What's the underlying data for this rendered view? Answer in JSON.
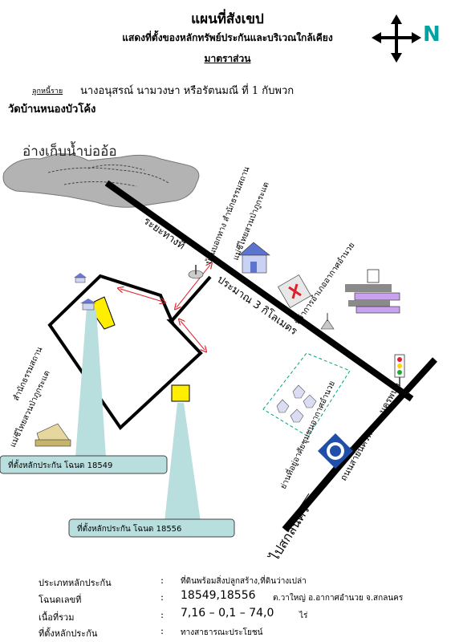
{
  "header": {
    "title": "แผนที่สังเขป",
    "subtitle": "แสดงที่ตั้งของหลักทรัพย์ประกันและบริเวณใกล้เคียง",
    "scale_note": "มาตราส่วน"
  },
  "debtor": {
    "label": "ลูกหนี้ราย",
    "name": "นางอนุสรณ์  นามวงษา หรือรัตนมณี ที่ 1   กับพวก"
  },
  "location_heading": "วัดบ้านหนองบัวโค้ง",
  "compass": {
    "label": "N",
    "color": "#00a2a2"
  },
  "map": {
    "reservoir_label": "อ่างเก็บน้ำบ่ออ้อ",
    "distance_label": "ระยะทางที่",
    "distance_value": "ประมาณ 3 กิโลเมตร",
    "house_label_1": "บ้านบอกทาง สำนักธรรมสถาน",
    "house_label_2": "แม่ชีไทยสวนป่าภูกระแต",
    "office_label": "ที่ว่าการอำเภออากาศอำนวย",
    "temple_label_1": "สำนักธรรมสถาน",
    "temple_label_2": "แม่ชีไทยสวนป่าภูกระแต",
    "market_label": "ย่านที่อยู่อาศัยชุมชนอากาศอำนวย",
    "road_right_label": "ถนนสายนครพนม – นครพนม",
    "road_left_label": "ไปสกลนคร",
    "plot_box_1": "ที่ตั้งหลักประกัน  โฉนด 18549",
    "plot_box_2": "ที่ตั้งหลักประกัน  โฉนด 18556",
    "colors": {
      "road": "#000000",
      "arrow": "#e0202a",
      "plot_yellow": "#ffee00",
      "beam_blue": "#b9dede",
      "office_purple": "#c9a2ef",
      "sign_blue": "#1f4fa8"
    }
  },
  "details": [
    {
      "label": "ประเภทหลักประกัน",
      "value": "ที่ดินพร้อมสิ่งปลูกสร้าง,ที่ดินว่างเปล่า",
      "extra": ""
    },
    {
      "label": "โฉนดเลขที่",
      "value": "18549,18556",
      "extra": "ต.วาใหญ่  อ.อากาศอำนวย  จ.สกลนคร"
    },
    {
      "label": "เนื้อที่รวม",
      "value": "7,16 – 0,1 – 74,0",
      "extra": "ไร่"
    },
    {
      "label": "ที่ตั้งหลักประกัน",
      "value": "ทางสาธารณะประโยชน์",
      "extra": ""
    }
  ],
  "colon": ":"
}
